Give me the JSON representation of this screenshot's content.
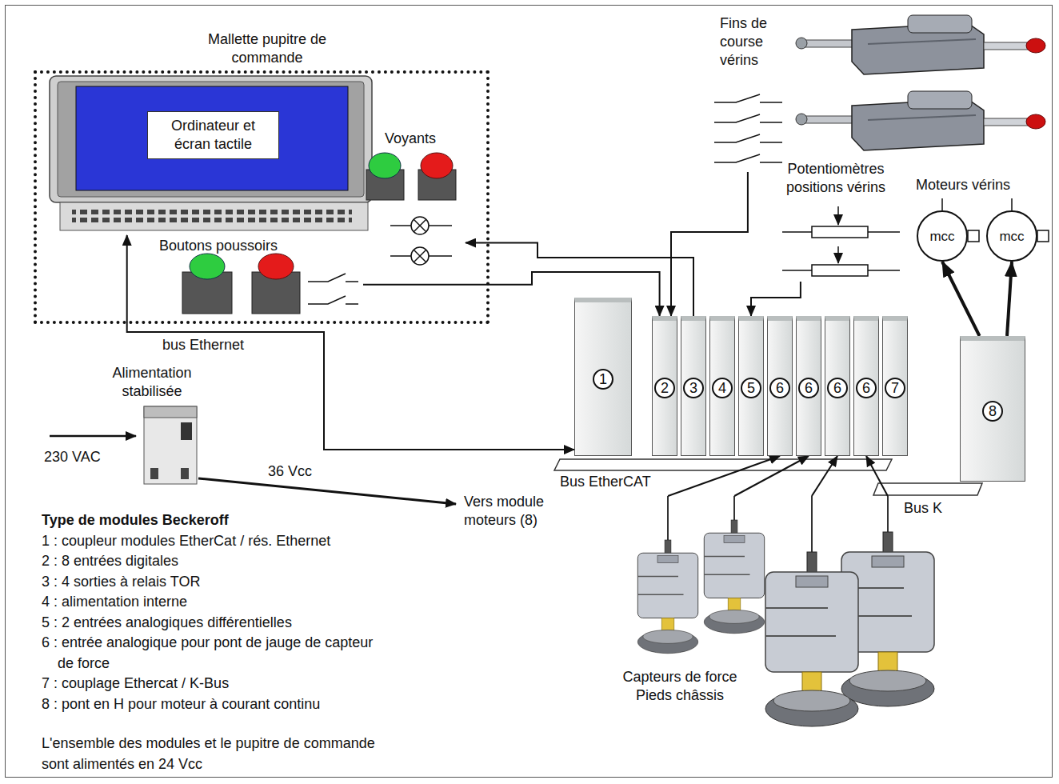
{
  "diagram": {
    "nodes": [
      {
        "text": [
          "Mallette pupitre de commande"
        ]
      },
      {
        "text": [
          "Ordinateur et écran tactile"
        ],
        "in": 0
      },
      {
        "text": [
          "Voyants"
        ],
        "in": 0
      },
      {
        "text": [
          "Boutons poussoirs"
        ],
        "in": 0
      },
      {
        "text": [
          "1"
        ]
      },
      {
        "text": [
          "2"
        ]
      },
      {
        "text": [
          "3"
        ]
      },
      {
        "text": [
          "4"
        ]
      },
      {
        "text": [
          "5"
        ]
      },
      {
        "text": [
          "6"
        ]
      },
      {
        "text": [
          "6"
        ]
      },
      {
        "text": [
          "6"
        ]
      },
      {
        "text": [
          "6"
        ]
      },
      {
        "text": [
          "7"
        ]
      },
      {
        "text": [
          "8"
        ]
      },
      {
        "text": [
          "Alimentation stabilisée"
        ]
      },
      {
        "text": [
          "Fins de course vérins"
        ]
      },
      {
        "text": [
          "Potentiomètres positions vérins"
        ]
      },
      {
        "text": [
          "mcc"
        ]
      },
      {
        "text": [
          "mcc"
        ]
      },
      {
        "text": [
          "Capteurs de force Pieds châssis"
        ]
      }
    ],
    "edges": [
      {
        "from": 1,
        "to": 4,
        "arrow": "both",
        "label": "bus Ethernet"
      },
      {
        "from": 3,
        "to": 5,
        "arrow": "to"
      },
      {
        "from": 6,
        "to": 2,
        "arrow": "to"
      },
      {
        "from": 16,
        "to": 5,
        "arrow": "to"
      },
      {
        "from": 17,
        "to": 8,
        "arrow": "to"
      },
      {
        "from": 14,
        "to": 18,
        "arrow": "to"
      },
      {
        "from": 14,
        "to": 19,
        "arrow": "to"
      },
      {
        "from": 20,
        "to": 9,
        "arrow": "to"
      },
      {
        "from": 20,
        "to": 10,
        "arrow": "to"
      },
      {
        "from": 20,
        "to": 11,
        "arrow": "to"
      },
      {
        "from": 20,
        "to": 12,
        "arrow": "to"
      }
    ],
    "labels": [
      "Moteurs vérins",
      "Bus EtherCAT",
      "Bus K",
      "230 VAC",
      "36 Vcc",
      "Vers module moteurs (8)",
      "Type de modules Beckeroff",
      "1 : coupleur modules EtherCat / rés. Ethernet",
      "2 : 8 entrées digitales",
      "3 : 4 sorties à relais TOR",
      "4 : alimentation interne",
      "5 : 2 entrées analogiques différentielles",
      "6 : entrée analogique pour pont de jauge de capteur de force",
      "7 : couplage Ethercat / K-Bus",
      "8 : pont en H pour moteur à courant continu",
      "L'ensemble des modules et le pupitre de commande sont alimentés en 24 Vcc"
    ]
  }
}
